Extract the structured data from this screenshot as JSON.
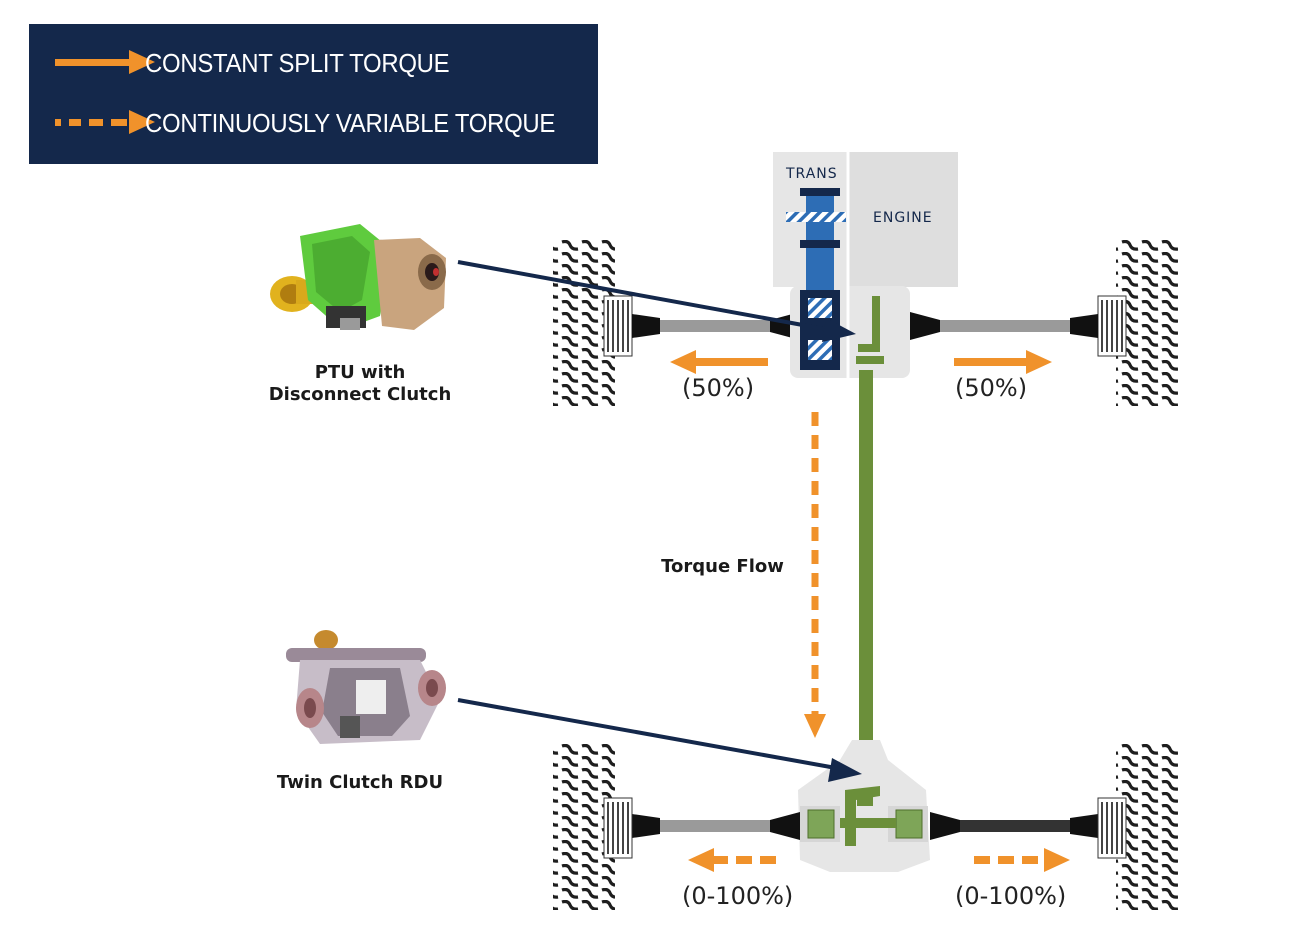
{
  "legend": {
    "constant": {
      "label": "CONSTANT SPLIT TORQUE",
      "icon": "solid-arrow-icon"
    },
    "variable": {
      "label": "CONTINUOUSLY VARIABLE TORQUE",
      "icon": "dashed-arrow-icon"
    }
  },
  "colors": {
    "legend_bg": "#14284b",
    "arrow_orange": "#f0922b",
    "driveshaft_green": "#6b8f3a",
    "pointer_navy": "#14284b",
    "transmission_blue": "#2d6db5"
  },
  "components": {
    "trans_label": "TRANS",
    "engine_label": "ENGINE",
    "ptu_caption_line1": "PTU with",
    "ptu_caption_line2": "Disconnect Clutch",
    "rdu_caption": "Twin Clutch RDU",
    "torque_flow": "Torque Flow"
  },
  "front_axle": {
    "left_pct": "(50%)",
    "right_pct": "(50%)"
  },
  "rear_axle": {
    "left_pct": "(0-100%)",
    "right_pct": "(0-100%)"
  }
}
